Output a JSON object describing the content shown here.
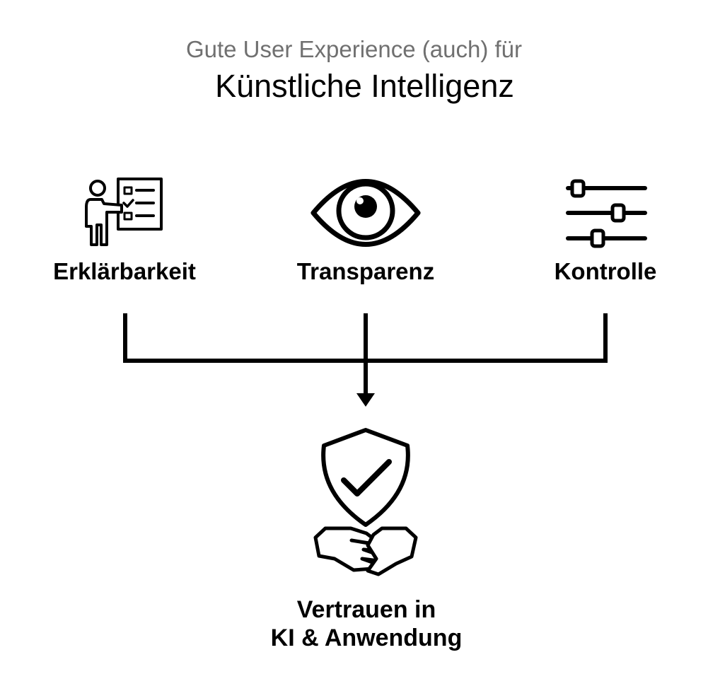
{
  "header": {
    "subtitle": "Gute User Experience (auch) für",
    "title": "Künstliche Intelligenz"
  },
  "pillars": [
    {
      "label": "Erklärbarkeit",
      "icon": "presentation-checklist-icon"
    },
    {
      "label": "Transparenz",
      "icon": "eye-icon"
    },
    {
      "label": "Kontrolle",
      "icon": "sliders-icon"
    }
  ],
  "result": {
    "line1": "Vertrauen in",
    "line2": "KI & Anwendung",
    "icon": "shield-check-hands-icon"
  },
  "colors": {
    "text": "#000000",
    "subtitle": "#707070",
    "background": "#ffffff"
  }
}
